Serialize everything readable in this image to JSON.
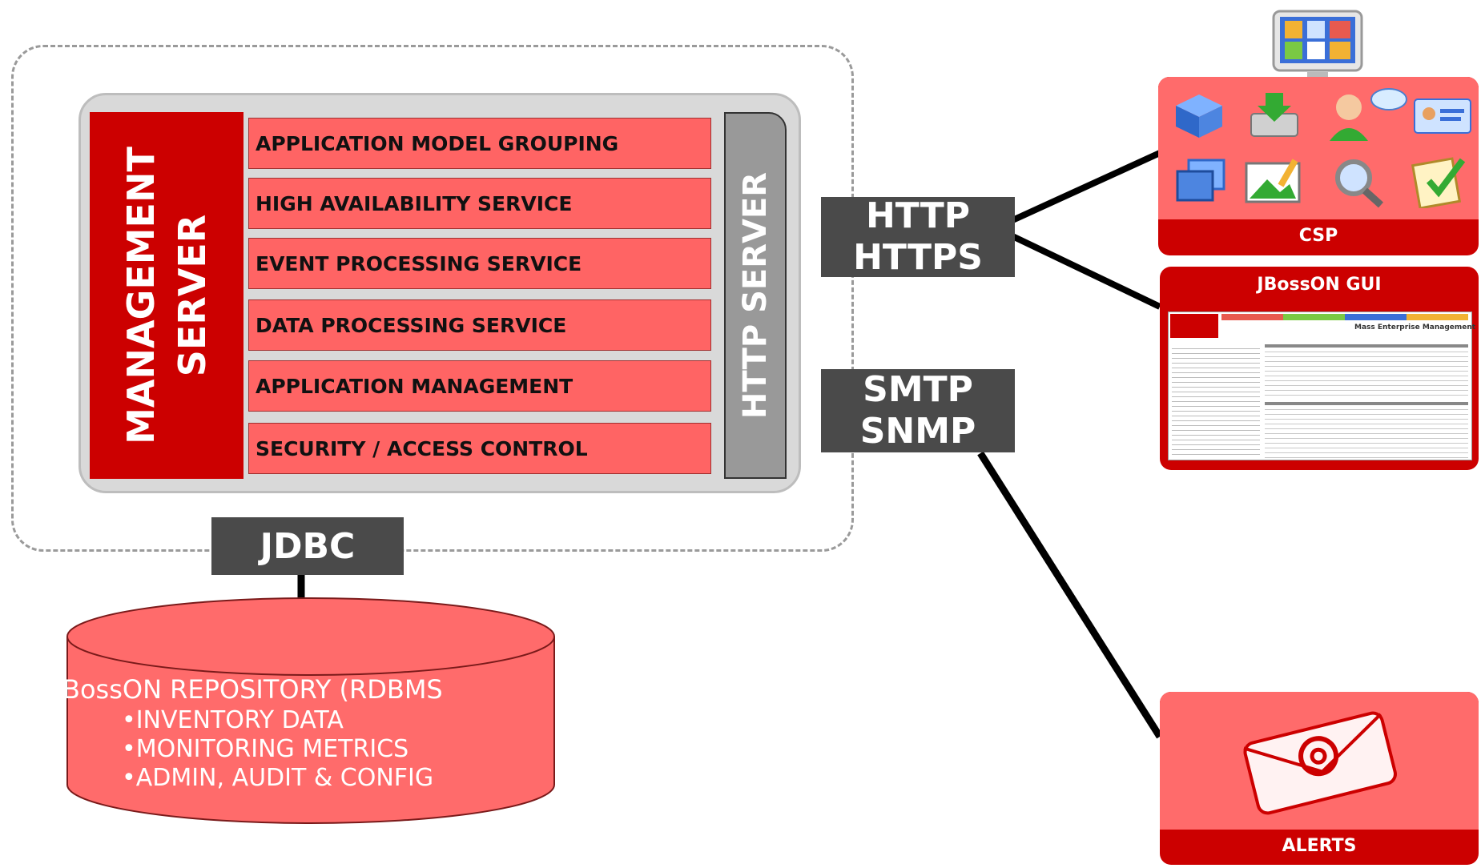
{
  "management_server": {
    "label": "MANAGEMENT\nSERVER",
    "services": [
      "APPLICATION MODEL GROUPING",
      "HIGH AVAILABILITY SERVICE",
      "EVENT PROCESSING SERVICE",
      "DATA PROCESSING SERVICE",
      "APPLICATION MANAGEMENT",
      "SECURITY / ACCESS CONTROL"
    ],
    "http_server": "HTTP SERVER"
  },
  "connectors": {
    "http": [
      "HTTP",
      "HTTPS"
    ],
    "smtp": [
      "SMTP",
      "SNMP"
    ],
    "jdbc": "JDBC"
  },
  "repository": {
    "title": "BossON REPOSITORY (RDBMS",
    "items": [
      "•INVENTORY DATA",
      "•MONITORING METRICS",
      "•ADMIN, AUDIT & CONFIG"
    ]
  },
  "clients": {
    "csp": "CSP",
    "gui": "JBossON GUI",
    "alerts": "ALERTS",
    "gui_banner": "Mass Enterprise Management"
  },
  "colors": {
    "dark_red": "#cc0000",
    "service_red": "#ff6464",
    "connector_gray": "#4a4a4a",
    "http_server_gray": "#999999"
  }
}
